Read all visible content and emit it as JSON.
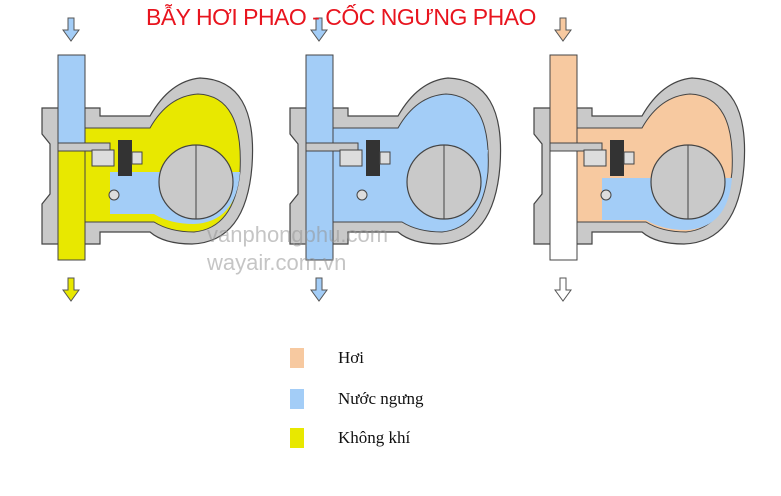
{
  "title": "BẪY HƠI PHAO - CỐC NGƯNG PHAO",
  "watermarks": [
    "vanphongphu.com",
    "wayair.com.vn"
  ],
  "colors": {
    "steam": "#f7c9a0",
    "condensate": "#a3cdf7",
    "air": "#e8e800",
    "body": "#c9c9c9",
    "outline": "#444444"
  },
  "traps": [
    {
      "name": "air-venting",
      "upper": "air",
      "lower": "condensate",
      "inlet": "condensate",
      "outlet": "air",
      "level": 0.55
    },
    {
      "name": "condensate-discharge",
      "upper": "condensate",
      "lower": "condensate",
      "inlet": "condensate",
      "outlet": "condensate",
      "level": 0.0
    },
    {
      "name": "steam-closed",
      "upper": "steam",
      "lower": "condensate",
      "inlet": "steam",
      "outlet": "none",
      "level": 0.7
    }
  ],
  "legend": [
    {
      "label": "Hơi",
      "color": "#f7c9a0"
    },
    {
      "label": "Nước ngưng",
      "color": "#a3cdf7"
    },
    {
      "label": "Không khí",
      "color": "#e8e800"
    }
  ]
}
